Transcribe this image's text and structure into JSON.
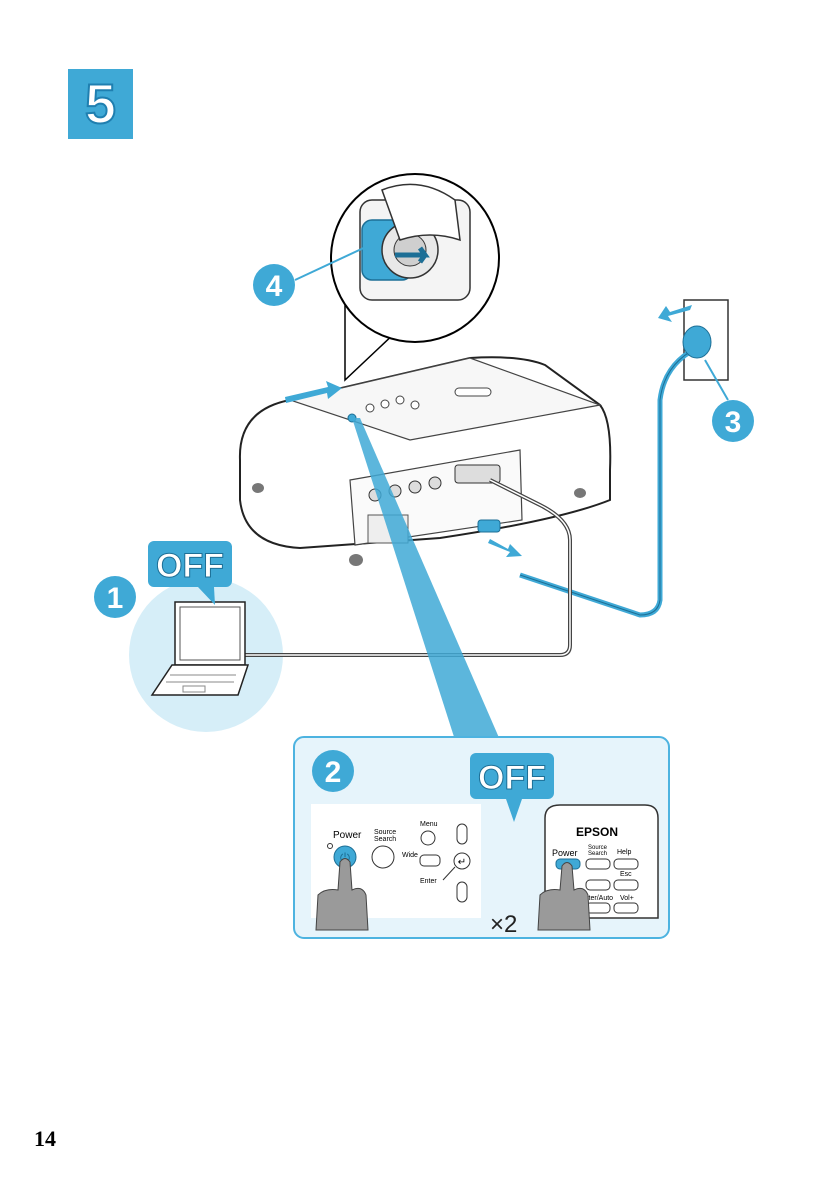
{
  "step": {
    "number": "5"
  },
  "callouts": {
    "c1": "1",
    "c2": "2",
    "c3": "3",
    "c4": "4"
  },
  "labels": {
    "off_laptop": "OFF",
    "off_remote": "OFF",
    "times_two": "×2"
  },
  "control_panel": {
    "power": "Power",
    "source_search_line1": "Source",
    "source_search_line2": "Search",
    "menu": "Menu",
    "wide": "Wide",
    "enter": "Enter"
  },
  "remote": {
    "brand": "EPSON",
    "power": "Power",
    "source_search_line1": "Source",
    "source_search_line2": "Search",
    "help": "Help",
    "esc": "Esc",
    "enter_auto": "Enter/Auto",
    "vol_plus": "Vol+"
  },
  "footer": {
    "page_number": "14"
  },
  "colors": {
    "accent": "#3fa9d6",
    "light_accent": "#d6eef8",
    "panel_border": "#4db3e0"
  }
}
